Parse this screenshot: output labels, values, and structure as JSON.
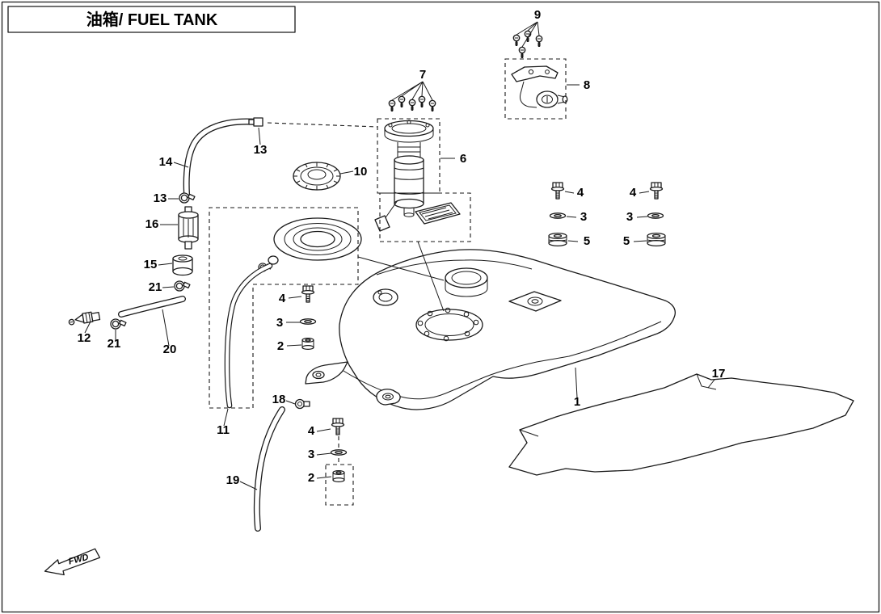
{
  "header": {
    "title": "油箱/ FUEL TANK"
  },
  "callouts": {
    "n1": "1",
    "n2": "2",
    "n3": "3",
    "n4": "4",
    "n5": "5",
    "n6": "6",
    "n7": "7",
    "n8": "8",
    "n9": "9",
    "n10": "10",
    "n11": "11",
    "n12": "12",
    "n13": "13",
    "n14": "14",
    "n15": "15",
    "n16": "16",
    "n17": "17",
    "n18": "18",
    "n19": "19",
    "n20": "20",
    "n21": "21"
  },
  "fwd": {
    "label": "FWD"
  }
}
